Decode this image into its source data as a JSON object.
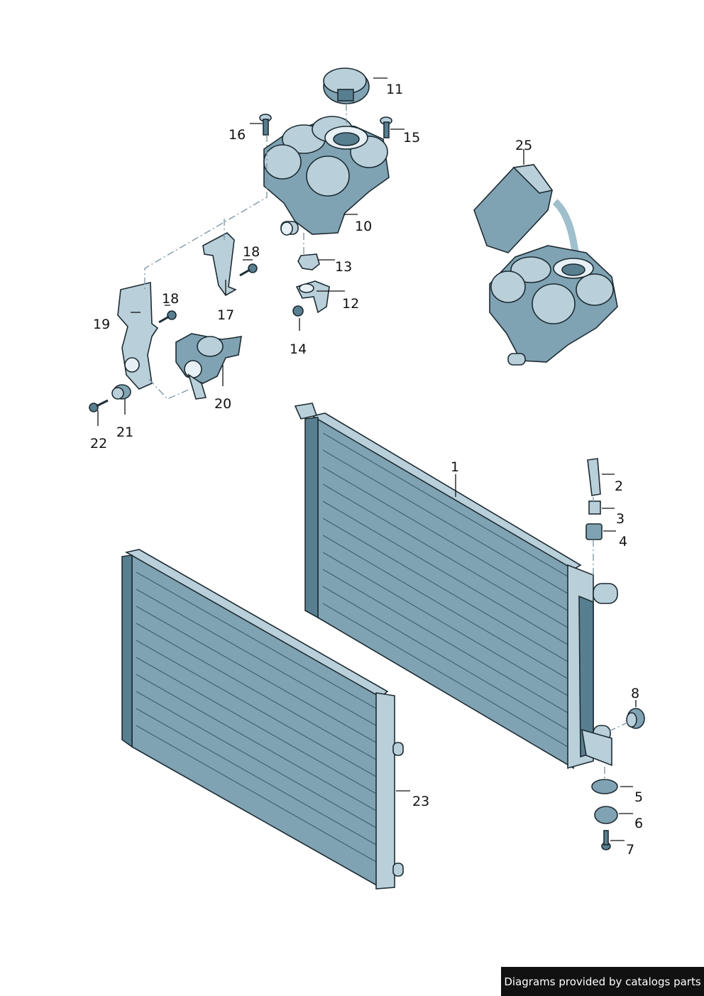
{
  "footer": {
    "text": "Diagrams provided by catalogs parts"
  },
  "colors": {
    "part_fill": "#7fa3b3",
    "part_highlight": "#b9d0da",
    "outline": "#1d2b33",
    "footer_bg": "#111111"
  },
  "labels": {
    "p1": "1",
    "p2": "2",
    "p3": "3",
    "p4": "4",
    "p5": "5",
    "p6": "6",
    "p7": "7",
    "p8": "8",
    "p10": "10",
    "p11": "11",
    "p12": "12",
    "p13": "13",
    "p14": "14",
    "p15": "15",
    "p16": "16",
    "p17": "17",
    "p18a": "18",
    "p18b": "18",
    "p19": "19",
    "p20": "20",
    "p21": "21",
    "p22": "22",
    "p23": "23",
    "p25": "25"
  }
}
